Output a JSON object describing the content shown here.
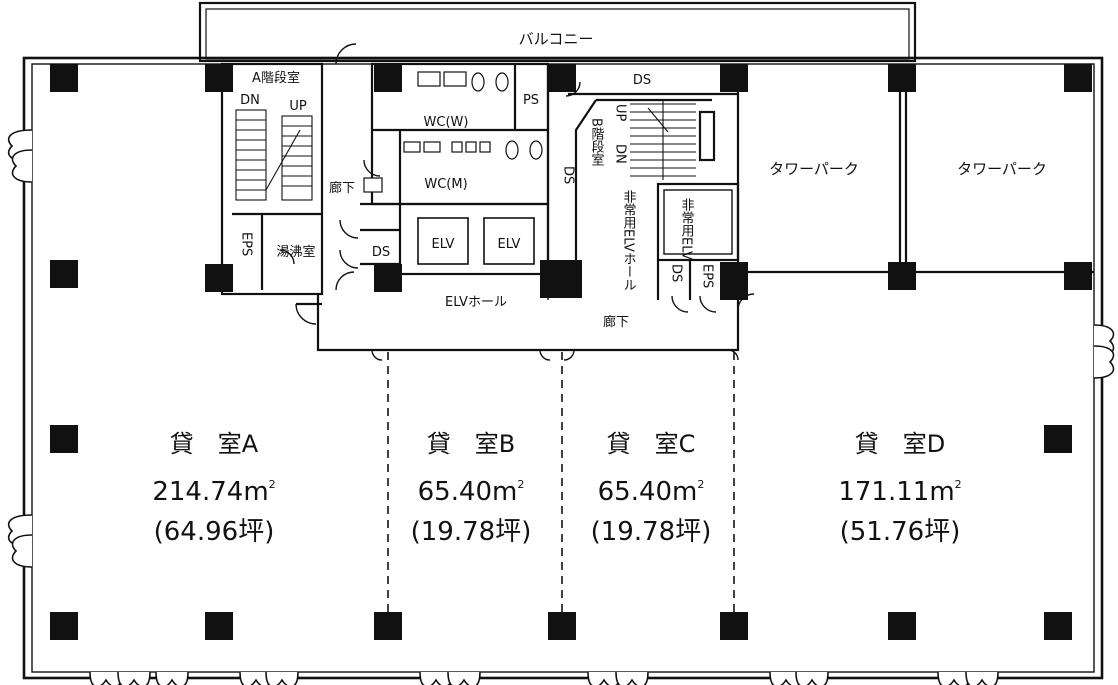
{
  "labels": {
    "balcony": "バルコニー",
    "stair_a": "A階段室",
    "stair_a_dn": "DN",
    "stair_a_up": "UP",
    "ps": "PS",
    "ds_top": "DS",
    "wc_w": "WC(W)",
    "wc_m": "WC(M)",
    "corridor_left": "廊下",
    "eps_left": "EPS",
    "kitchenette": "湯沸室",
    "ds_left": "DS",
    "elv1": "ELV",
    "elv2": "ELV",
    "elv_hall": "ELVホール",
    "ds_mid": "DS",
    "stair_b": "B階段室",
    "stair_b_up": "UP",
    "stair_b_dn": "DN",
    "emergency_elv_hall": "非常用ELVホール",
    "emergency_elv": "非常用ELV",
    "ds_small": "DS",
    "eps_small": "EPS",
    "corridor_right": "廊下",
    "tower_park_1": "タワーパーク",
    "tower_park_2": "タワーパーク"
  },
  "rooms": [
    {
      "name": "貸　室A",
      "area": "214.74m",
      "sup": "2",
      "tsubo": "(64.96坪)"
    },
    {
      "name": "貸　室B",
      "area": "65.40m",
      "sup": "2",
      "tsubo": "(19.78坪)"
    },
    {
      "name": "貸　室C",
      "area": "65.40m",
      "sup": "2",
      "tsubo": "(19.78坪)"
    },
    {
      "name": "貸　室D",
      "area": "171.11m",
      "sup": "2",
      "tsubo": "(51.76坪)"
    }
  ]
}
